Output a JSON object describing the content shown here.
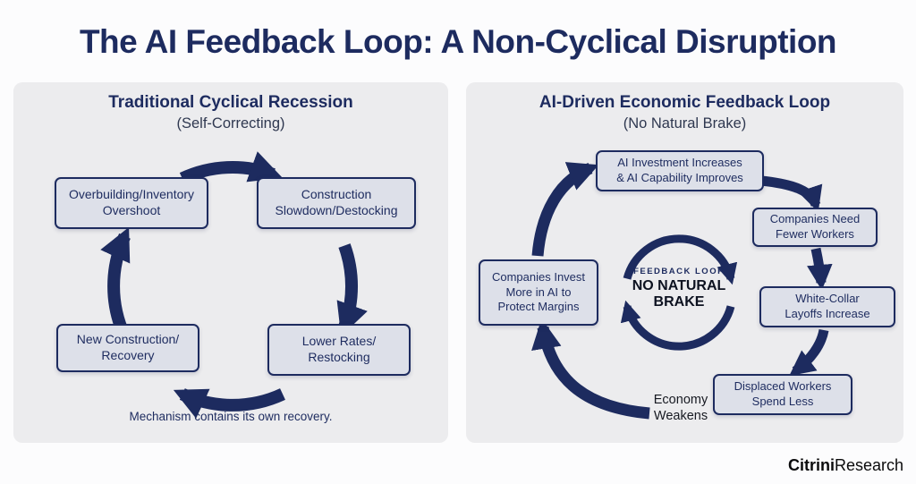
{
  "page_title": "The AI Feedback Loop: A Non-Cyclical Disruption",
  "left_panel": {
    "title": "Traditional Cyclical Recession",
    "subtitle": "(Self-Correcting)",
    "nodes": {
      "overbuilding": "Overbuilding/Inventory\nOvershoot",
      "construction_slowdown": "Construction\nSlowdown/Destocking",
      "lower_rates": "Lower Rates/\nRestocking",
      "new_construction": "New Construction/\nRecovery"
    },
    "caption": "Mechanism contains its own recovery."
  },
  "right_panel": {
    "title": "AI-Driven Economic Feedback Loop",
    "subtitle": "(No Natural Brake)",
    "nodes": {
      "ai_investment": "AI Investment Increases\n& AI Capability Improves",
      "fewer_workers": "Companies Need\nFewer Workers",
      "layoffs": "White-Collar\nLayoffs Increase",
      "spend_less": "Displaced Workers\nSpend Less",
      "invest_more": "Companies Invest\nMore in AI to\nProtect Margins",
      "economy_weakens": "Economy\nWeakens"
    },
    "center_label_top": "FEEDBACK LOOP",
    "center_label_main": "NO NATURAL\nBRAKE"
  },
  "footer": {
    "brand_bold": "Citrini",
    "brand_regular": "Research"
  },
  "colors": {
    "navy": "#1d2b5f",
    "panel_bg": "#ececee",
    "box_bg": "#dde0e9"
  }
}
